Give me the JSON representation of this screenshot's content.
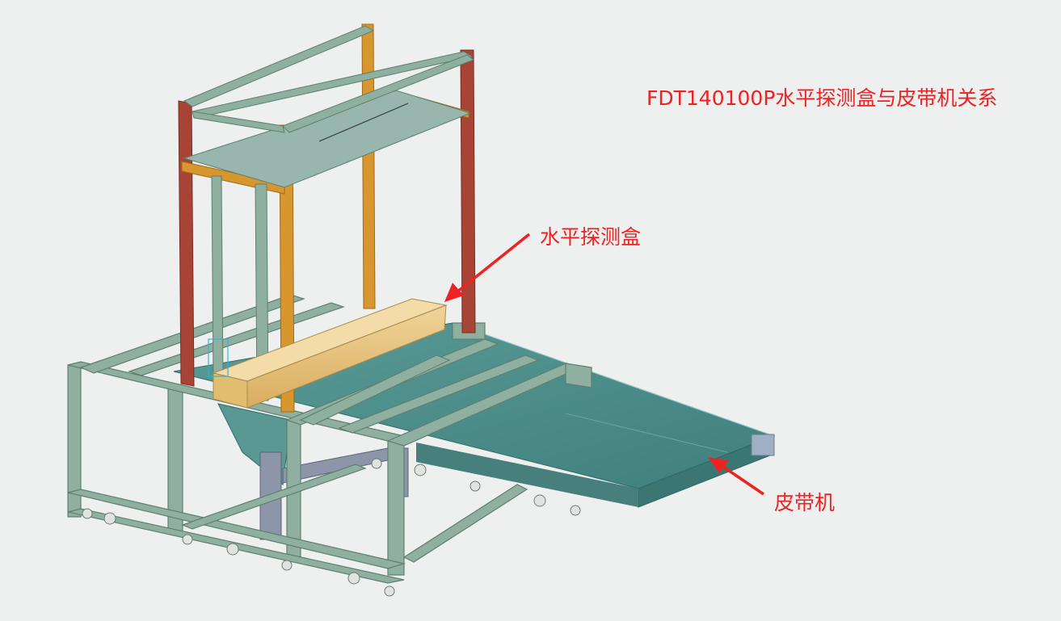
{
  "title": "FDT140100P水平探测盒与皮带机关系",
  "callouts": {
    "box": "水平探测盒",
    "belt": "皮带机"
  },
  "colors": {
    "frame": "#8fb0a0",
    "frame_dark": "#6b8c7e",
    "post_red": "#a84436",
    "post_orange": "#d8962e",
    "detector_box": "#e8c47e",
    "belt": "#4f8f8c",
    "label": "#ee2222"
  }
}
